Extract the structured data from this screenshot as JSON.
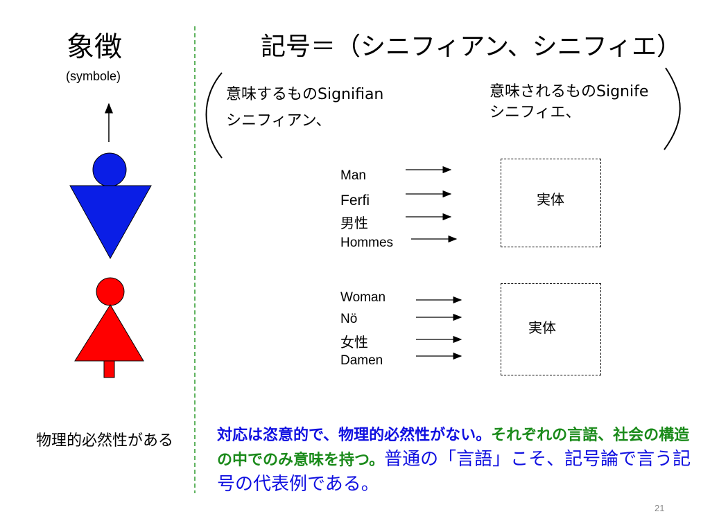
{
  "left": {
    "title": "象徴",
    "subtitle": "(symbole)",
    "necessity": "物理的必然性がある",
    "colors": {
      "male": "#0a1ee6",
      "female": "#ff0000",
      "divider": "#2a9a2a"
    }
  },
  "main": {
    "title": "記号＝（シニフィアン、シニフィエ）",
    "signifiant": {
      "line1": "意味するものSignifian",
      "line2": "シニフィアン、"
    },
    "signifie": {
      "line1": "意味されるものSignife",
      "line2": "シニフィエ、"
    },
    "male_words": [
      "Man",
      "Ferfi",
      "男性",
      "Hommes"
    ],
    "male_entity": "実体",
    "female_words": [
      "Woman",
      "Nö",
      "女性",
      "Damen"
    ],
    "female_entity": "実体"
  },
  "bottom": {
    "part1": "対応は恣意的で、物理的必然性がない。",
    "part2": "それぞれの言語、社会の構造の中でのみ意味を持つ。",
    "part3": "普通の「言語」こそ、記号論で言う記号の代表例である。"
  },
  "page_number": "21"
}
